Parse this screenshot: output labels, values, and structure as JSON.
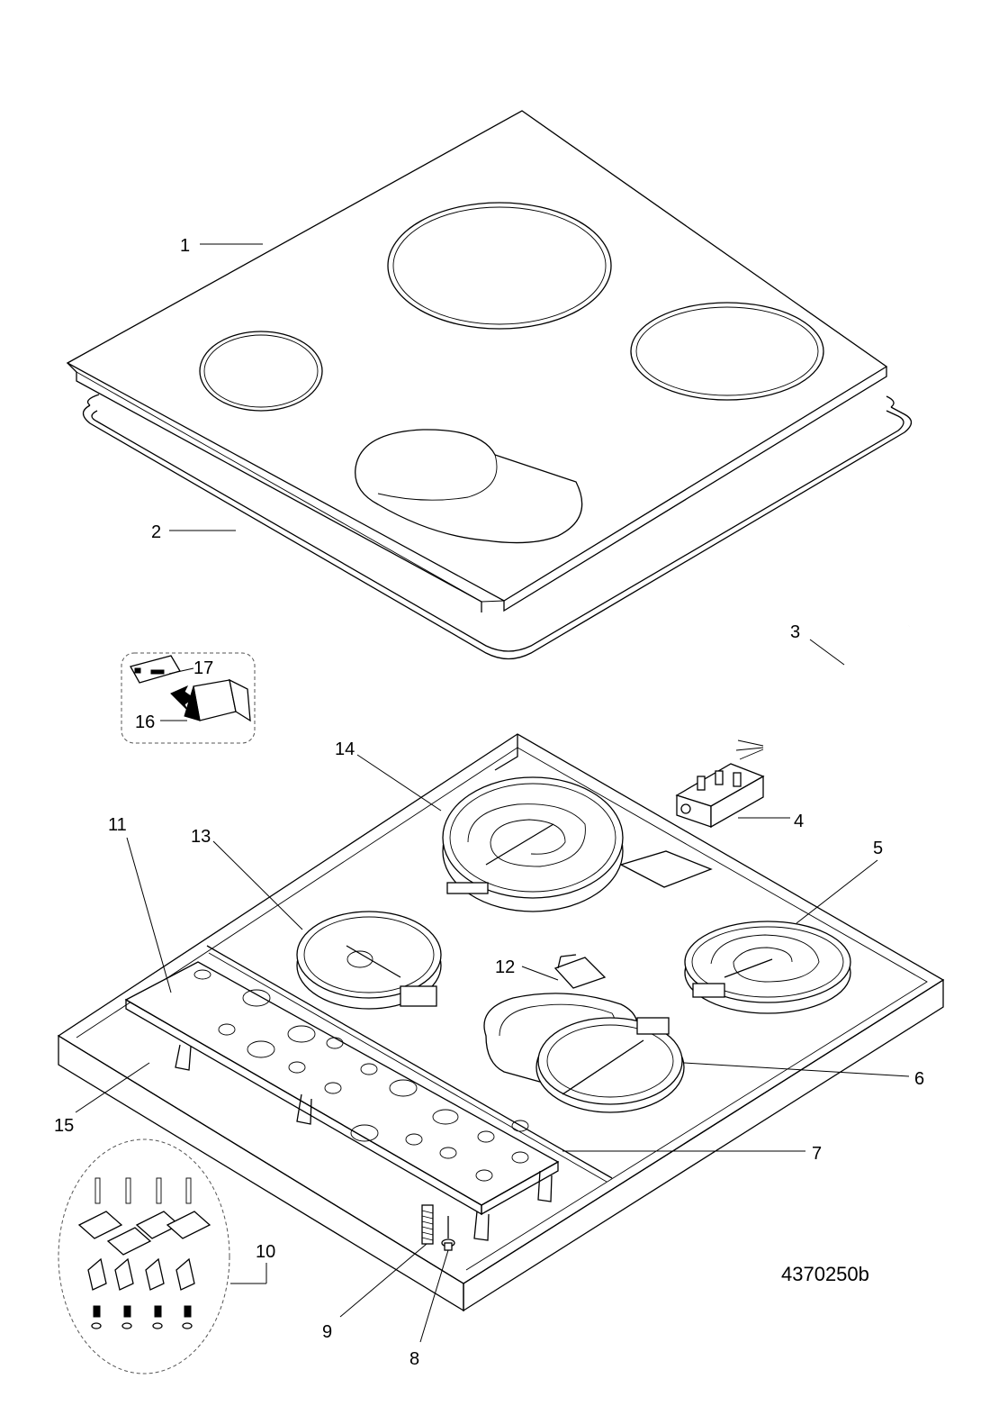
{
  "diagram": {
    "drawing_code": "4370250b",
    "callouts": [
      {
        "id": "c1",
        "label": "1"
      },
      {
        "id": "c2",
        "label": "2"
      },
      {
        "id": "c3",
        "label": "3"
      },
      {
        "id": "c4",
        "label": "4"
      },
      {
        "id": "c5",
        "label": "5"
      },
      {
        "id": "c6",
        "label": "6"
      },
      {
        "id": "c7",
        "label": "7"
      },
      {
        "id": "c8",
        "label": "8"
      },
      {
        "id": "c9",
        "label": "9"
      },
      {
        "id": "c10",
        "label": "10"
      },
      {
        "id": "c11",
        "label": "11"
      },
      {
        "id": "c12",
        "label": "12"
      },
      {
        "id": "c13",
        "label": "13"
      },
      {
        "id": "c14",
        "label": "14"
      },
      {
        "id": "c15",
        "label": "15"
      },
      {
        "id": "c16",
        "label": "16"
      },
      {
        "id": "c17",
        "label": "17"
      }
    ]
  }
}
